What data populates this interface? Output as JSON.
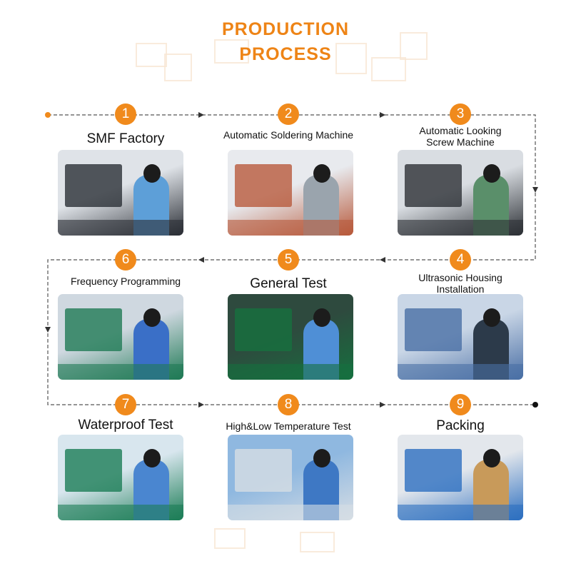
{
  "header": {
    "title_line1": "PRODUCTION",
    "title_line2": "PROCESS"
  },
  "accent_color": "#f08a1c",
  "steps": [
    {
      "number": "1",
      "label": "SMF Factory"
    },
    {
      "number": "2",
      "label": "Automatic Soldering Machine"
    },
    {
      "number": "3",
      "label": "Automatic Looking Screw Machine"
    },
    {
      "number": "4",
      "label": "Ultrasonic Housing Installation"
    },
    {
      "number": "5",
      "label": "General Test"
    },
    {
      "number": "6",
      "label": "Frequency Programming"
    },
    {
      "number": "7",
      "label": "Waterproof Test"
    },
    {
      "number": "8",
      "label": "High&Low Temperature Test"
    },
    {
      "number": "9",
      "label": "Packing"
    }
  ]
}
